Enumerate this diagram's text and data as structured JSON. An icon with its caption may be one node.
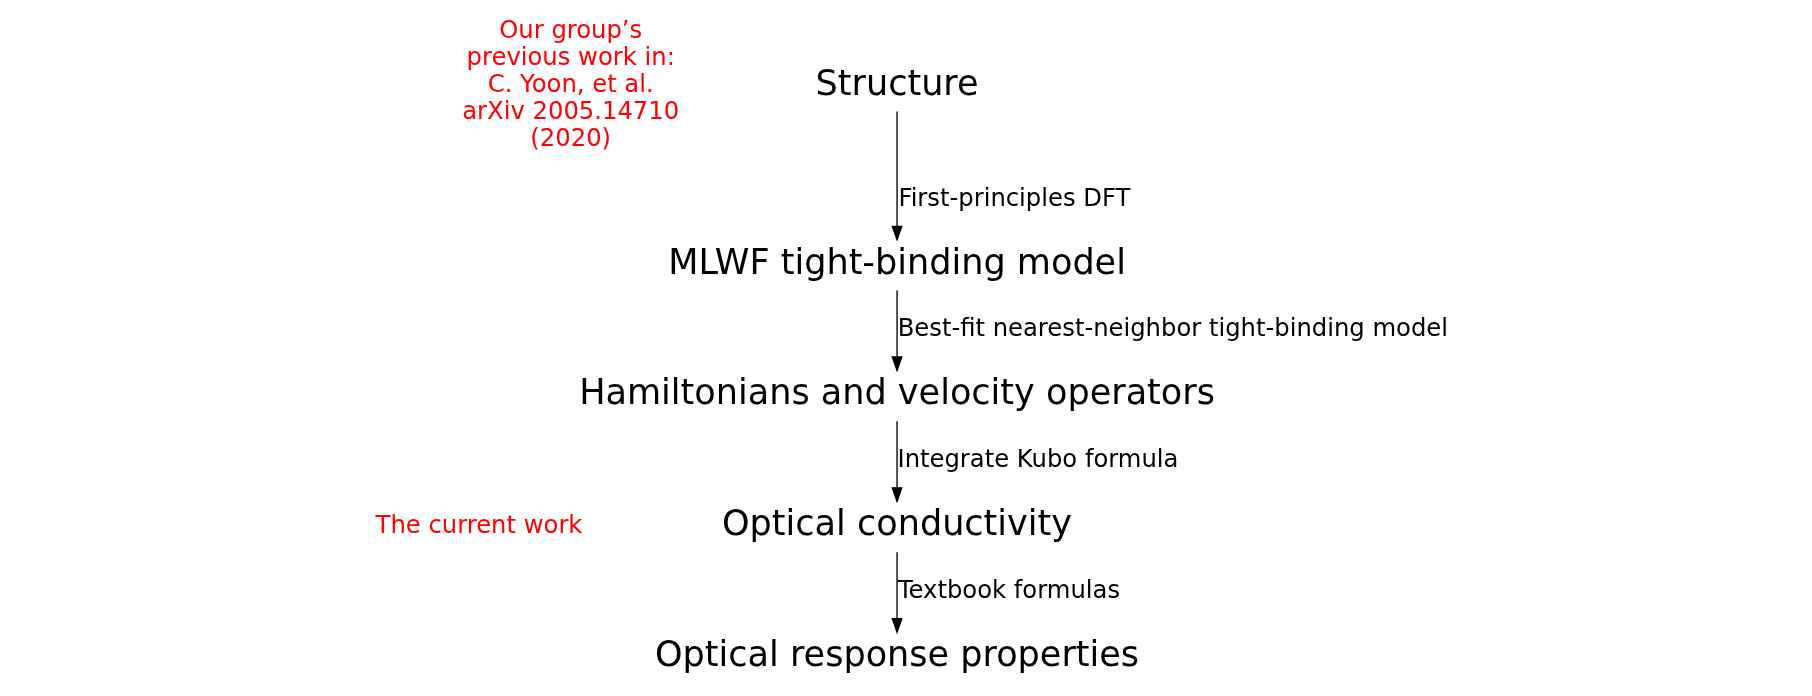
{
  "diagram": {
    "nodes": [
      {
        "text": [
          "Structure"
        ]
      },
      {
        "text": [
          "MLWF tight-binding model"
        ]
      },
      {
        "text": [
          "Hamiltonians and velocity operators"
        ]
      },
      {
        "text": [
          "Optical conductivity"
        ]
      },
      {
        "text": [
          "Optical response properties"
        ]
      }
    ],
    "edges": [
      {
        "from": 0,
        "to": 1,
        "arrow": "to",
        "label": "First-principles DFT"
      },
      {
        "from": 1,
        "to": 2,
        "arrow": "to",
        "label": "Best-fit nearest-neighbor tight-binding model"
      },
      {
        "from": 2,
        "to": 3,
        "arrow": "to",
        "label": "Integrate Kubo formula"
      },
      {
        "from": 3,
        "to": 4,
        "arrow": "to",
        "label": "Textbook formulas"
      }
    ],
    "labels": [
      "Our group’s previous work in: C. Yoon, et al. arXiv 2005.14710 (2020)",
      "The current work"
    ]
  }
}
